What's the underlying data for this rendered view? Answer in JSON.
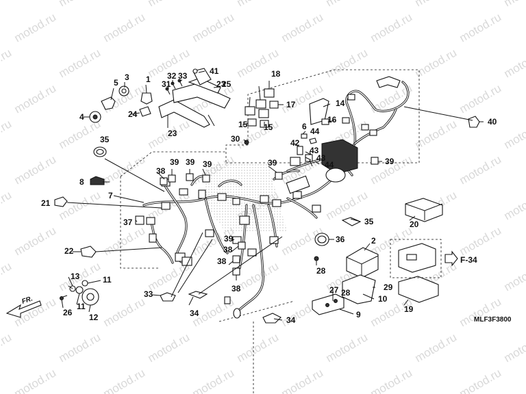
{
  "watermark": {
    "text": "motod.ru"
  },
  "callouts": [
    "1",
    "2",
    "3",
    "4",
    "5",
    "6",
    "7",
    "8",
    "9",
    "10",
    "11",
    "11",
    "12",
    "13",
    "14",
    "15",
    "15",
    "16",
    "17",
    "18",
    "19",
    "20",
    "21",
    "22",
    "23",
    "23",
    "24",
    "25",
    "26",
    "27",
    "28",
    "28",
    "29",
    "30",
    "31",
    "32",
    "33",
    "33",
    "34",
    "34",
    "35",
    "35",
    "36",
    "37",
    "38",
    "38",
    "38",
    "38",
    "39",
    "39",
    "39",
    "39",
    "39",
    "39",
    "40",
    "41",
    "42",
    "43",
    "43",
    "44",
    "44"
  ],
  "figure_ref": "F-34",
  "direction_label": "FR.",
  "diagram_code": "MLF3F3800"
}
